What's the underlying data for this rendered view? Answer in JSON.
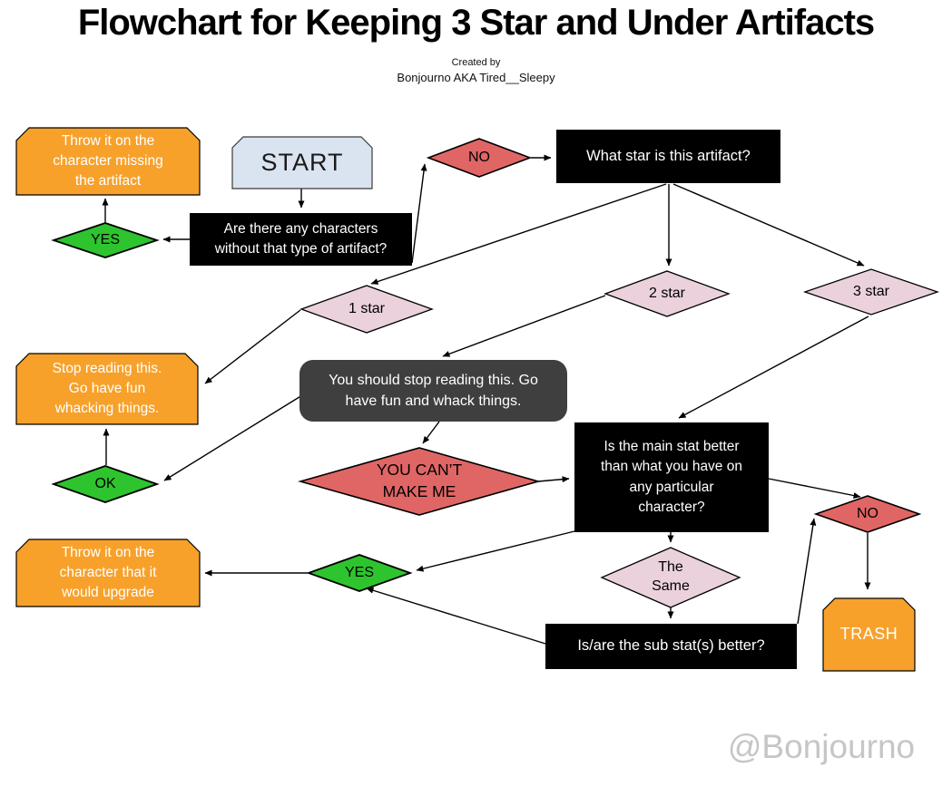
{
  "header": {
    "title": "Flowchart for Keeping 3 Star and Under Artifacts",
    "credit_line1": "Created by",
    "credit_line2": "Bonjourno AKA Tired__Sleepy"
  },
  "watermark": "@Bonjourno",
  "colors": {
    "orange": "#F7A12B",
    "start_blue": "#DAE4F1",
    "black": "#000000",
    "gray": "#3F3F3F",
    "green": "#2EC42E",
    "red": "#E06666",
    "pink": "#EAD1DC"
  },
  "nodes": {
    "throw_missing": {
      "label": "Throw it on the\ncharacter missing\nthe artifact"
    },
    "start": {
      "label": "START"
    },
    "any_characters": {
      "label": "Are there any characters\nwithout that type of artifact?"
    },
    "yes_top": {
      "label": "YES"
    },
    "no_top": {
      "label": "NO"
    },
    "what_star": {
      "label": "What star is this artifact?"
    },
    "star1": {
      "label": "1 star"
    },
    "star2": {
      "label": "2 star"
    },
    "star3": {
      "label": "3 star"
    },
    "stop_reading": {
      "label": "Stop reading this.\nGo have fun\nwhacking things."
    },
    "should_stop": {
      "label": "You should stop reading this. Go\nhave fun and whack things."
    },
    "ok": {
      "label": "OK"
    },
    "cant_make_me": {
      "label": "YOU CAN’T\nMAKE ME"
    },
    "main_stat": {
      "label": "Is the main stat better\nthan what you have on\nany particular\ncharacter?"
    },
    "no_right": {
      "label": "NO"
    },
    "throw_upgrade": {
      "label": "Throw it on the\ncharacter that it\nwould upgrade"
    },
    "yes_bottom": {
      "label": "YES"
    },
    "the_same": {
      "label": "The\nSame"
    },
    "sub_stats": {
      "label": "Is/are the sub stat(s) better?"
    },
    "trash": {
      "label": "TRASH"
    }
  }
}
